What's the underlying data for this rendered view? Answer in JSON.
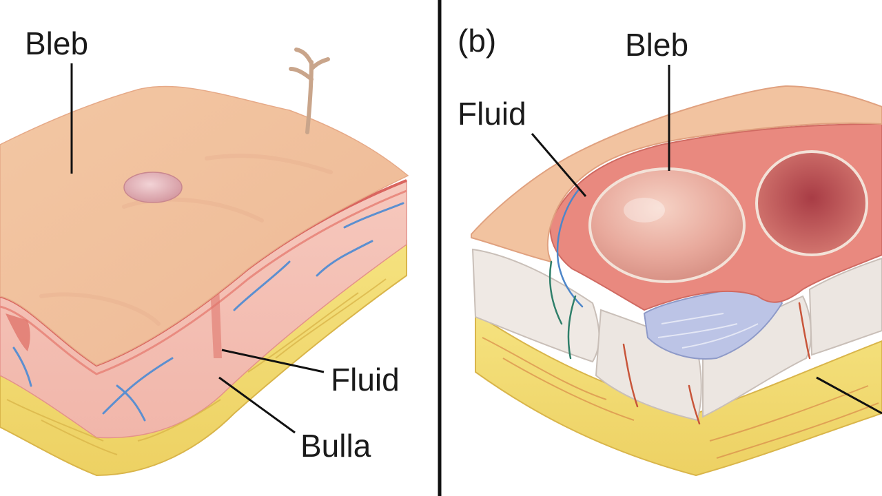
{
  "labels": {
    "panel_a": {
      "bleb": "Bleb",
      "fluid": "Fluid",
      "bulla": "Bulla"
    },
    "panel_b": {
      "panel_letter": "(b)",
      "bleb": "Bleb",
      "fluid": "Fluid"
    }
  },
  "colors": {
    "background": "#ffffff",
    "skin_surface": "#f2c3a0",
    "dermis": "#f3b9ad",
    "epidermis_line": "#d9655f",
    "fat": "#f2dd72",
    "vessel": "#5b8fd0",
    "cavity": "#c8545a",
    "bleb_dome": "#e8a99c",
    "fluid_pocket": "#bcc4e6",
    "tissue_white": "#efe9e4",
    "divider": "#111111",
    "leader_line": "#111111"
  }
}
